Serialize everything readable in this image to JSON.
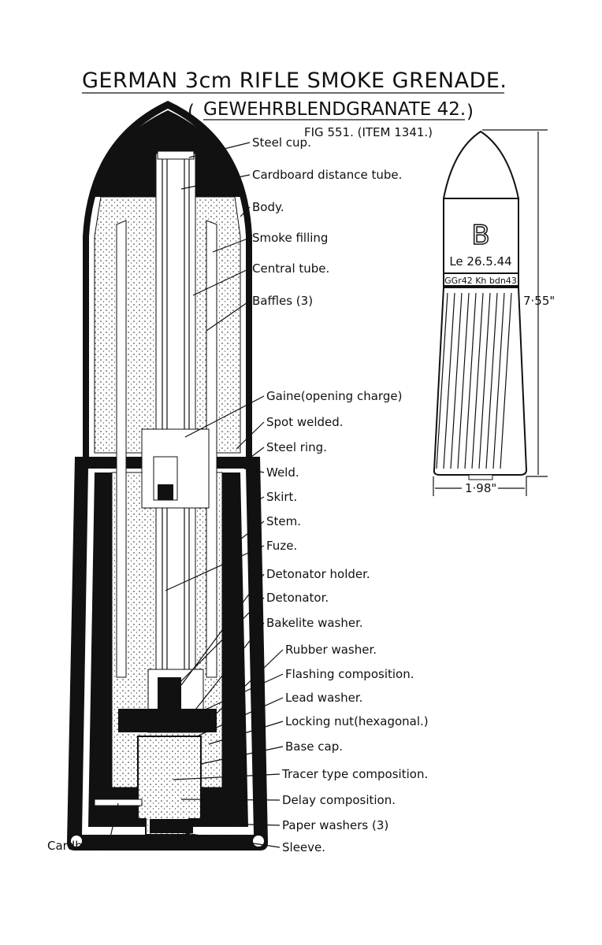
{
  "title": "GERMAN 3cm RIFLE SMOKE GRENADE.",
  "subtitle": "GEWEHRBLENDGRANATE 42.",
  "figure": "FIG 551. (ITEM 1341.)",
  "labels": [
    "Steel cup.",
    "Cardboard distance tube.",
    "Body.",
    "Smoke filling",
    "Central tube.",
    "Baffles (3)",
    "Gaine(opening charge)",
    "Spot welded.",
    "Steel ring.",
    "Weld.",
    "Skirt.",
    "Stem.",
    "Fuze.",
    "Detonator holder.",
    "Detonator.",
    "Bakelite washer.",
    "Rubber washer.",
    "Flashing composition.",
    "Lead washer.",
    "Locking nut(hexagonal.)",
    "Base cap.",
    "Tracer type composition.",
    "Delay composition.",
    "Paper washers (3)",
    "Cardboard washer.",
    "Sleeve."
  ],
  "exterior": {
    "marking_letter": "B",
    "date_marking": "Le 26.5.44",
    "band_marking": "GGr42 Kh bdn43",
    "length": "7·55\"",
    "diameter": "1·98\""
  }
}
